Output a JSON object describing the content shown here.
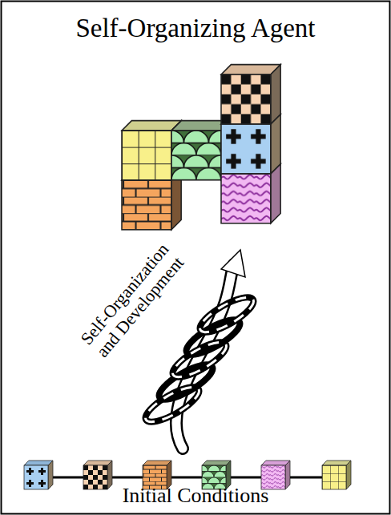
{
  "diagram": {
    "title": "Self-Organizing Agent",
    "labels": [
      "Self-Organization and Development",
      "Initial Conditions"
    ]
  }
}
